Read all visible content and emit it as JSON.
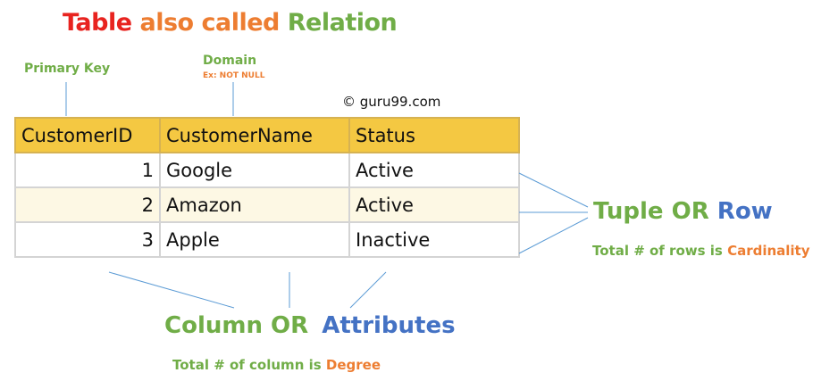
{
  "title": {
    "part1": "Table",
    "part2": "also called",
    "part3": "Relation"
  },
  "labels": {
    "primary_key": "Primary Key",
    "domain": "Domain",
    "domain_example": "Ex: NOT NULL",
    "copyright": "© guru99.com",
    "tuple": "Tuple OR",
    "row": "Row",
    "cardinality_prefix": "Total # of rows is",
    "cardinality": "Cardinality",
    "column": "Column OR",
    "attributes": "Attributes",
    "degree_prefix": "Total # of column is",
    "degree": "Degree"
  },
  "table": {
    "headers": [
      "CustomerID",
      "CustomerName",
      "Status"
    ],
    "rows": [
      [
        "1",
        "Google",
        "Active"
      ],
      [
        "2",
        "Amazon",
        "Active"
      ],
      [
        "3",
        "Apple",
        "Inactive"
      ]
    ]
  },
  "colors": {
    "title_red": "#e8231f",
    "accent_orange": "#ed7d31",
    "accent_green": "#70ad47",
    "accent_blue": "#4472c4",
    "header_fill": "#f4c842",
    "alt_row_fill": "#fdf8e4",
    "connector_line": "#5b9bd5"
  }
}
